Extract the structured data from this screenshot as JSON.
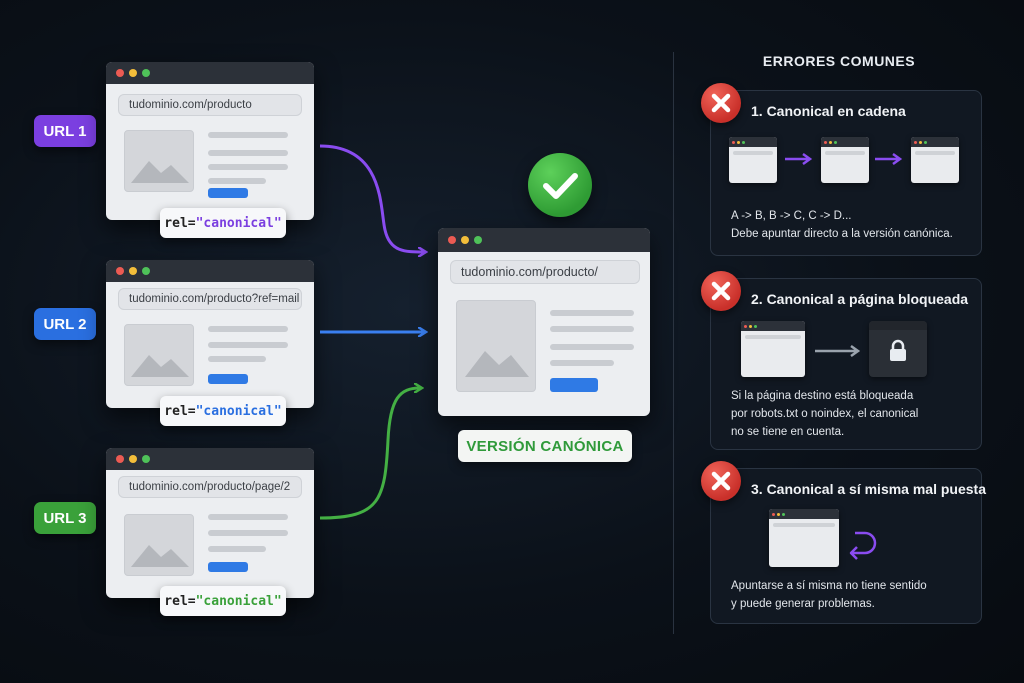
{
  "urls": [
    {
      "badge": "URL 1",
      "address": "tudominio.com/producto",
      "rel_attr": "rel=",
      "rel_value": "\"canonical\"",
      "color": "#7b3fe0"
    },
    {
      "badge": "URL 2",
      "address": "tudominio.com/producto?ref=mail",
      "rel_attr": "rel=",
      "rel_value": "\"canonical\"",
      "color": "#2a6fe0"
    },
    {
      "badge": "URL 3",
      "address": "tudominio.com/producto/page/2",
      "rel_attr": "rel=",
      "rel_value": "\"canonical\"",
      "color": "#3aa13a"
    }
  ],
  "canonical": {
    "address": "tudominio.com/producto/",
    "label": "VERSIÓN CANÓNICA"
  },
  "errors": {
    "title": "ERRORES COMUNES",
    "items": [
      {
        "title": "1. Canonical en cadena",
        "line1": "A -> B, B -> C, C -> D...",
        "line2": "Debe apuntar directo a la versión canónica."
      },
      {
        "title": "2. Canonical a página bloqueada",
        "line1": "Si la página destino está bloqueada",
        "line2": "por robots.txt o noindex, el canonical",
        "line3": "no se tiene en cuenta."
      },
      {
        "title": "3. Canonical a sí misma mal puesta",
        "line1": "Apuntarse a sí misma no tiene sentido",
        "line2": "y puede generar problemas."
      }
    ]
  },
  "colors": {
    "purple": "#7b3fe0",
    "blue": "#2a6fe0",
    "green": "#3aa13a",
    "accent_red": "#d9362f",
    "accent_green": "#3aa13a"
  }
}
